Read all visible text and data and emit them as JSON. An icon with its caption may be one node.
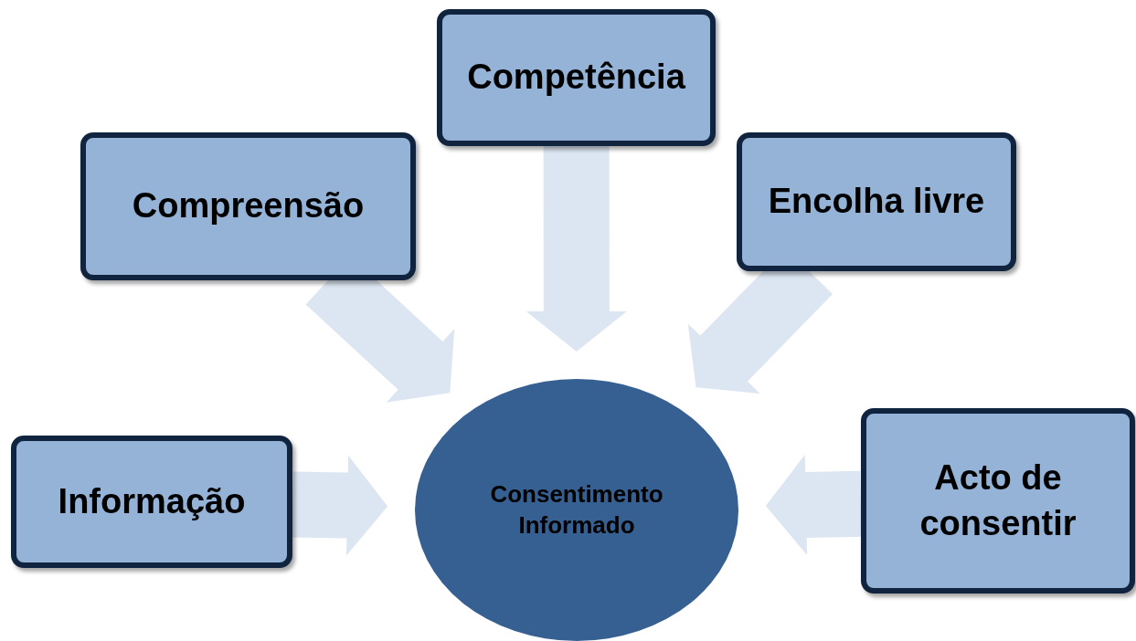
{
  "diagram": {
    "nodes": [
      {
        "text": [
          "Competência"
        ]
      },
      {
        "text": [
          "Compreensão"
        ]
      },
      {
        "text": [
          "Encolha livre"
        ]
      },
      {
        "text": [
          "Informação"
        ]
      },
      {
        "text": [
          "Acto de consentir"
        ]
      },
      {
        "text": [
          "Consentimento Informado"
        ]
      }
    ],
    "edges": [
      {
        "from": 0,
        "to": 5,
        "arrow": "to"
      },
      {
        "from": 1,
        "to": 5,
        "arrow": "to"
      },
      {
        "from": 2,
        "to": 5,
        "arrow": "to"
      },
      {
        "from": 3,
        "to": 5,
        "arrow": "to"
      },
      {
        "from": 4,
        "to": 5,
        "arrow": "to"
      }
    ]
  }
}
